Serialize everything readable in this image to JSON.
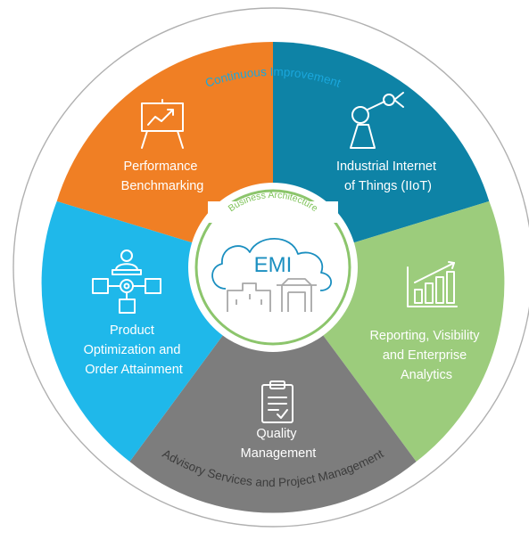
{
  "outer_ring": {
    "top_label": "Continuous Improvement",
    "bottom_label": "Advisory Services and Project Management",
    "top_color": "#1aa7dc",
    "bottom_color": "#3c3c3c"
  },
  "center": {
    "title": "EMI",
    "ring_label": "Business Architecture",
    "ring_color": "#8cc56c",
    "icon": "cloud-city-icon"
  },
  "segments": [
    {
      "id": "performance",
      "lines": [
        "Performance",
        "Benchmarking"
      ],
      "color": "#f07f24",
      "icon": "presentation-chart-icon"
    },
    {
      "id": "iiot",
      "lines": [
        "Industrial Internet",
        "of Things (IIoT)"
      ],
      "color": "#0e83a6",
      "icon": "robot-arm-icon"
    },
    {
      "id": "reporting",
      "lines": [
        "Reporting, Visibility",
        "and Enterprise",
        "Analytics"
      ],
      "color": "#9ccc7c",
      "icon": "bar-chart-growth-icon"
    },
    {
      "id": "quality",
      "lines": [
        "Quality",
        "Management"
      ],
      "color": "#7d7d7d",
      "icon": "clipboard-check-icon"
    },
    {
      "id": "product",
      "lines": [
        "Product",
        "Optimization and",
        "Order Attainment"
      ],
      "color": "#1fb8ea",
      "icon": "process-flow-icon"
    }
  ]
}
